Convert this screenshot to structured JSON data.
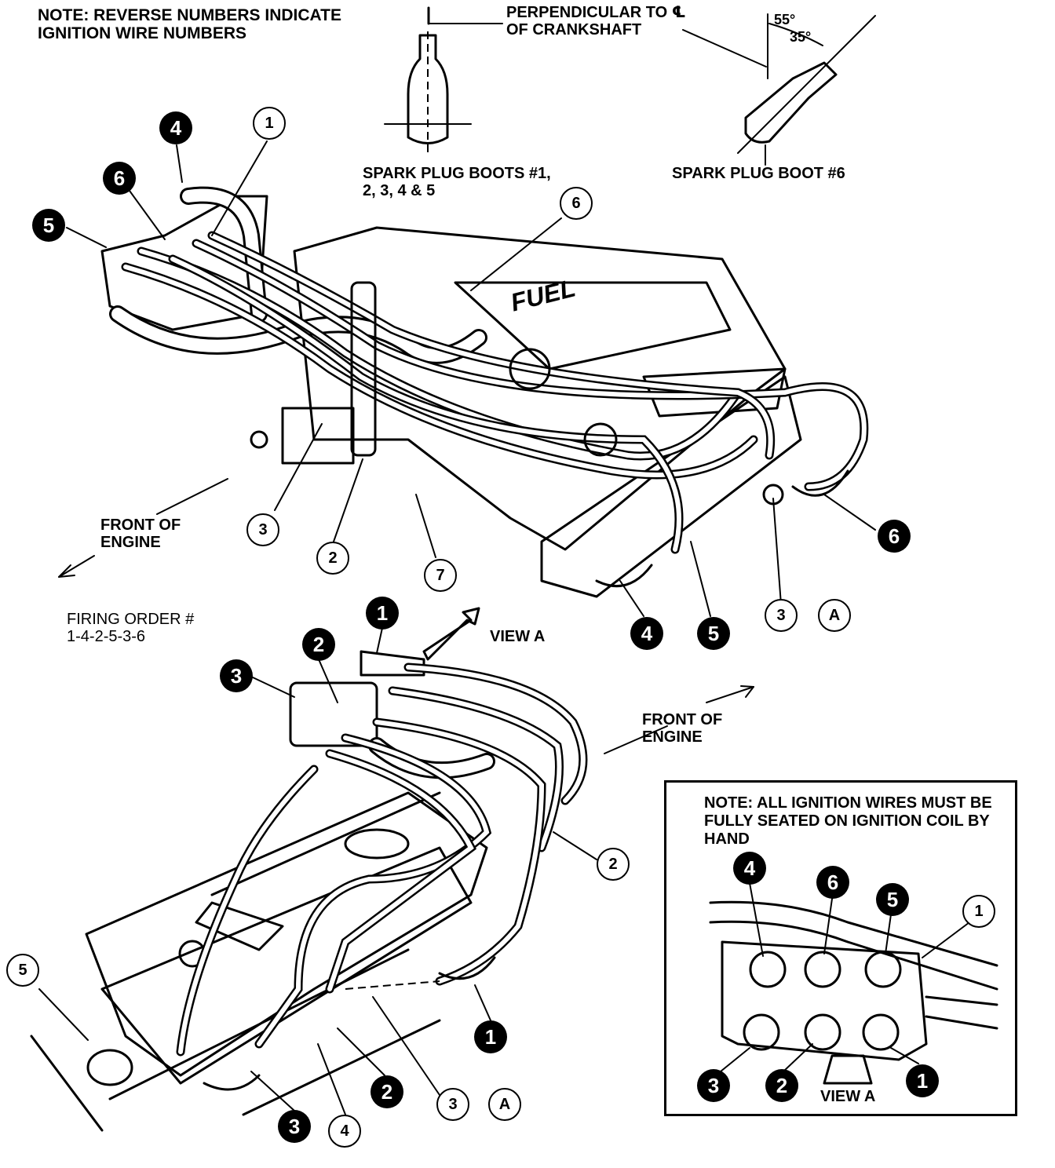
{
  "notes": {
    "reverse_numbers": "NOTE: REVERSE NUMBERS INDICATE IGNITION WIRE NUMBERS",
    "seated": "NOTE: ALL IGNITION WIRES MUST BE FULLY SEATED ON IGNITION COIL BY HAND"
  },
  "boots": {
    "perpendicular": "PERPENDICULAR TO ℄ OF CRANKSHAFT",
    "boots_1_5": "SPARK PLUG BOOTS #1, 2, 3, 4 & 5",
    "boot_6": "SPARK PLUG BOOT #6",
    "angle_55": "55°",
    "angle_35": "35°"
  },
  "labels": {
    "front_of_engine_top": "FRONT OF ENGINE",
    "front_of_engine_bottom": "FRONT OF ENGINE",
    "firing_order": "FIRING ORDER # 1-4-2-5-3-6",
    "view_a": "VIEW A",
    "view_a_box": "VIEW A",
    "valve_cover": "FUEL"
  },
  "callouts": {
    "top_open": [
      "1",
      "6",
      "3",
      "2",
      "7",
      "3",
      "A"
    ],
    "top_solid": [
      "4",
      "6",
      "5",
      "6",
      "4",
      "5"
    ],
    "bottom_open": [
      "2",
      "5",
      "4",
      "3",
      "A"
    ],
    "bottom_solid": [
      "1",
      "2",
      "3",
      "1",
      "2",
      "3"
    ],
    "box_open": [
      "1"
    ],
    "box_solid": [
      "4",
      "6",
      "5",
      "3",
      "2",
      "1"
    ]
  }
}
